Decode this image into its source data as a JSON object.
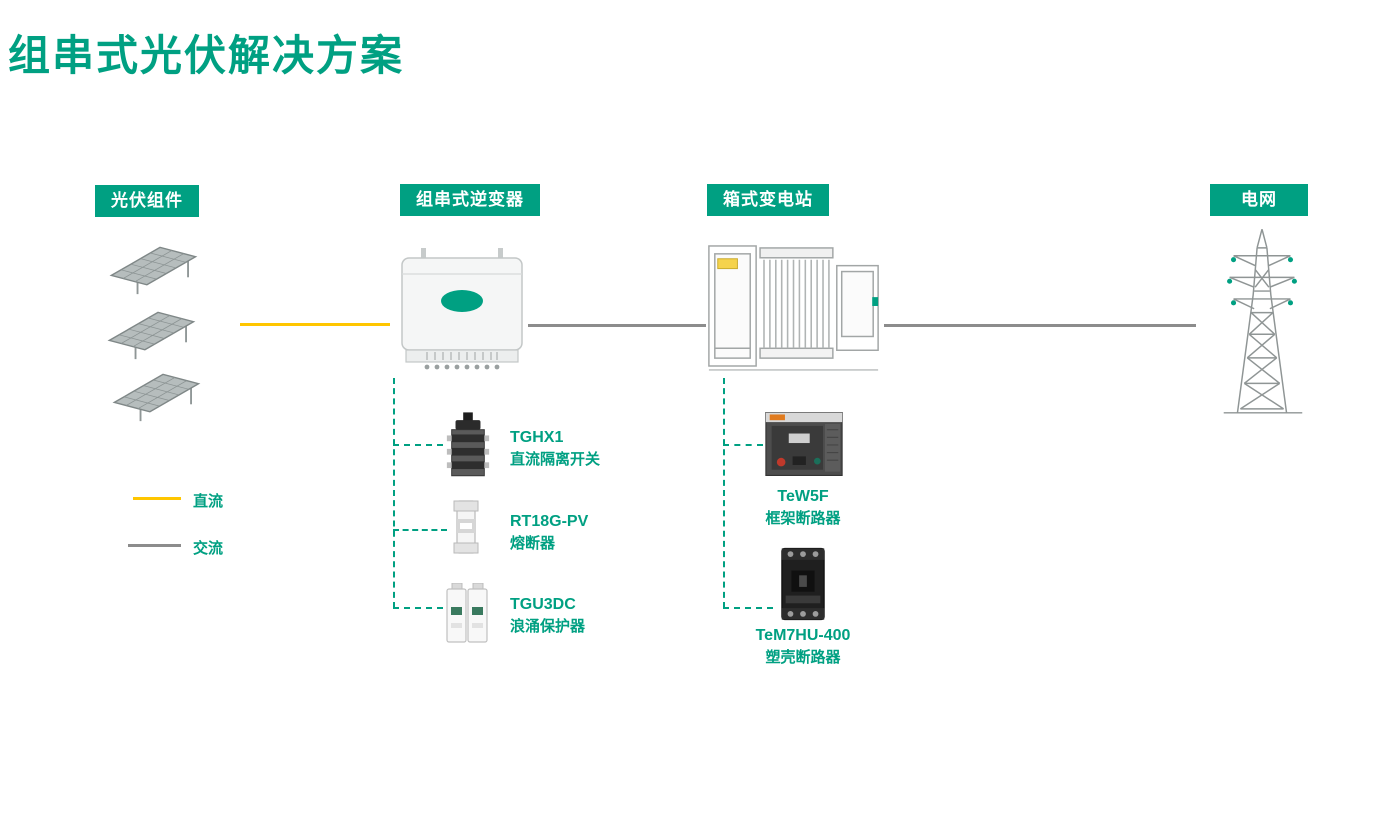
{
  "title": "组串式光伏解决方案",
  "badges": {
    "pv": "光伏组件",
    "inverter": "组串式逆变器",
    "substation": "箱式变电站",
    "grid": "电网"
  },
  "legend": {
    "dc_label": "直流",
    "ac_label": "交流"
  },
  "inverter_components": [
    {
      "model": "TGHX1",
      "desc": "直流隔离开关"
    },
    {
      "model": "RT18G-PV",
      "desc": "熔断器"
    },
    {
      "model": "TGU3DC",
      "desc": "浪涌保护器"
    }
  ],
  "substation_components": [
    {
      "model": "TeW5F",
      "desc": "框架断路器"
    },
    {
      "model": "TeM7HU-400",
      "desc": "塑壳断路器"
    }
  ],
  "icons": {
    "pv_module": "solar-panel-icon",
    "inverter": "string-inverter-icon",
    "substation": "box-substation-icon",
    "grid": "transmission-tower-icon",
    "tghx1": "dc-isolator-switch-icon",
    "rt18g_pv": "fuse-icon",
    "tgu3dc": "surge-protector-icon",
    "tew5f": "air-circuit-breaker-icon",
    "tem7hu_400": "molded-case-breaker-icon"
  },
  "colors": {
    "accent": "#00A082",
    "dc_line": "#FFC600",
    "ac_line": "#8C8C8C"
  }
}
